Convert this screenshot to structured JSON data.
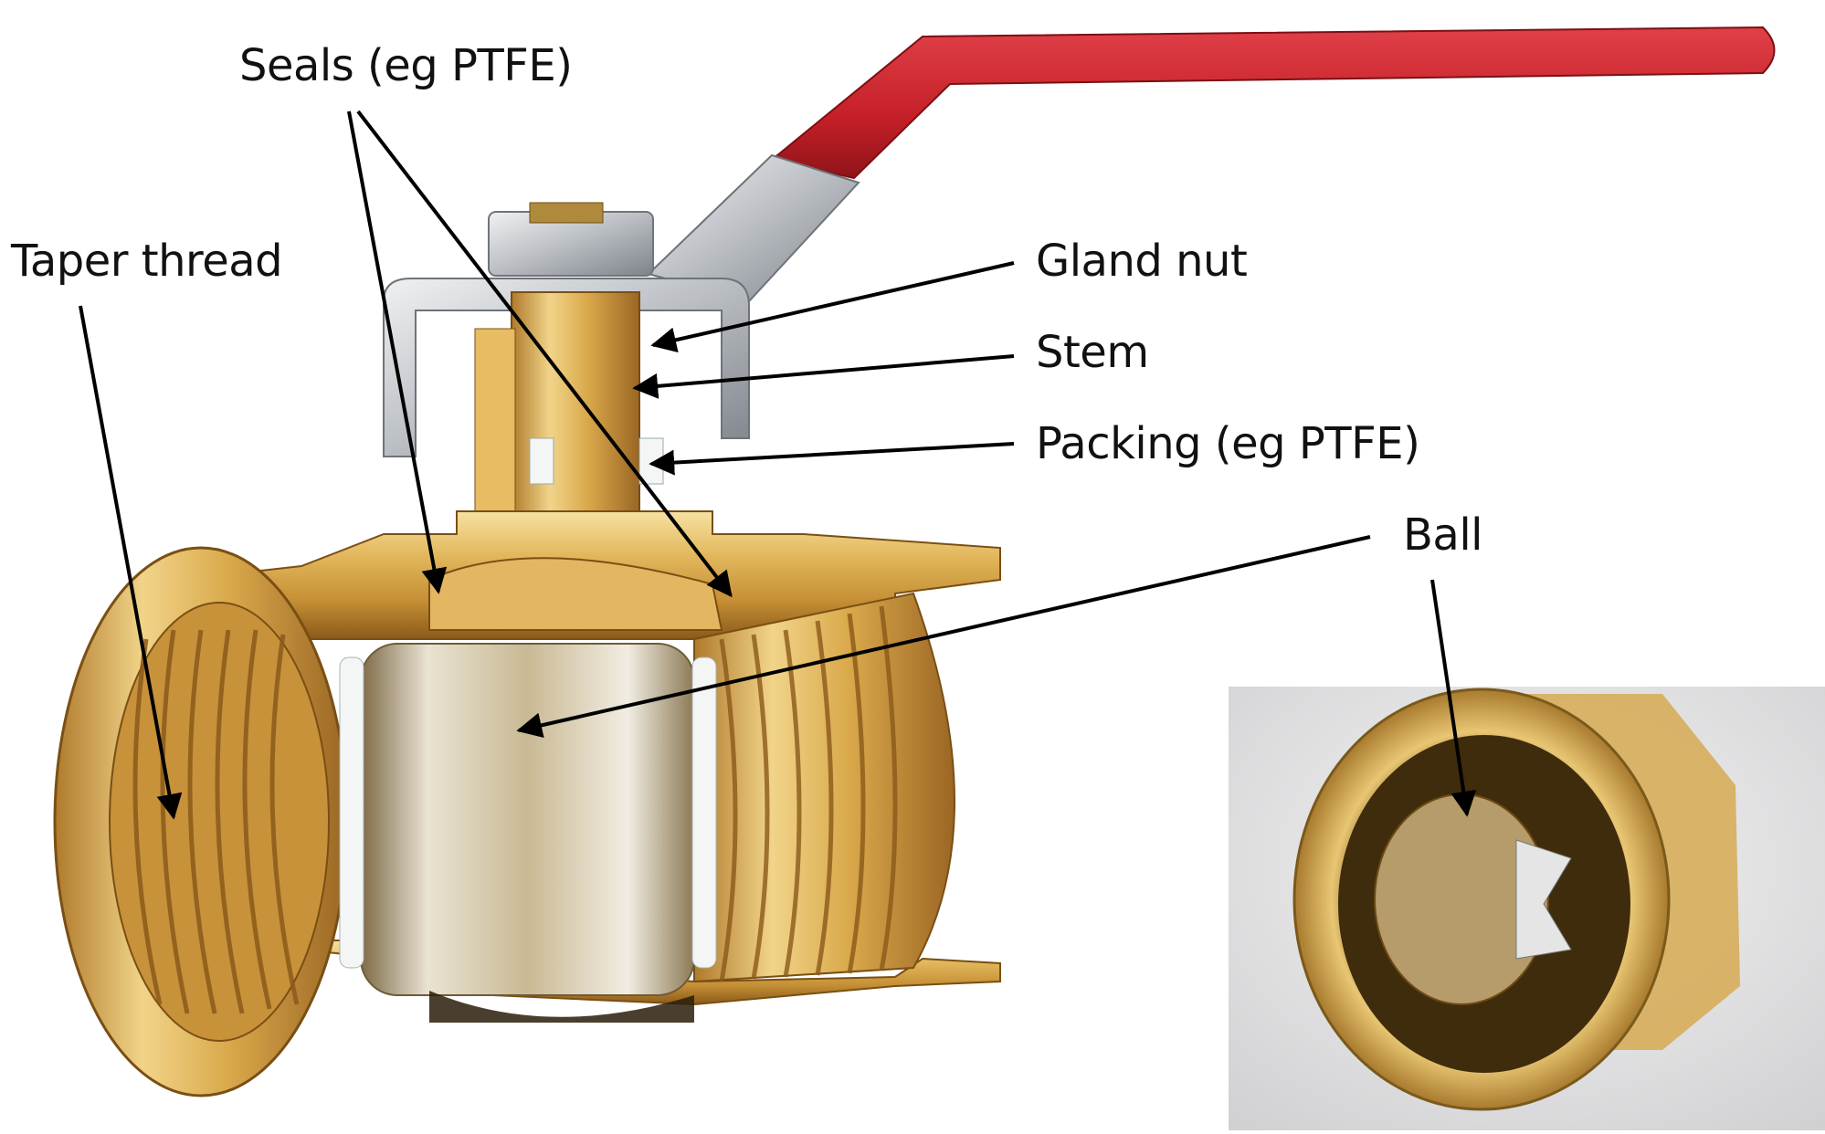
{
  "labels": {
    "seals": "Seals (eg PTFE)",
    "taper_thread": "Taper thread",
    "gland_nut": "Gland nut",
    "stem": "Stem",
    "packing": "Packing (eg PTFE)",
    "ball": "Ball"
  },
  "colors": {
    "brass_light": "#f3d58a",
    "brass_mid": "#d9a84a",
    "brass_dark": "#8a5a1a",
    "handle_red": "#c8222a",
    "steel": "#c9ccd0",
    "chrome": "#e8e6df",
    "seal_white": "#f4f6f6",
    "arrow": "#000000",
    "inset_bg": "#e9e9ea"
  }
}
